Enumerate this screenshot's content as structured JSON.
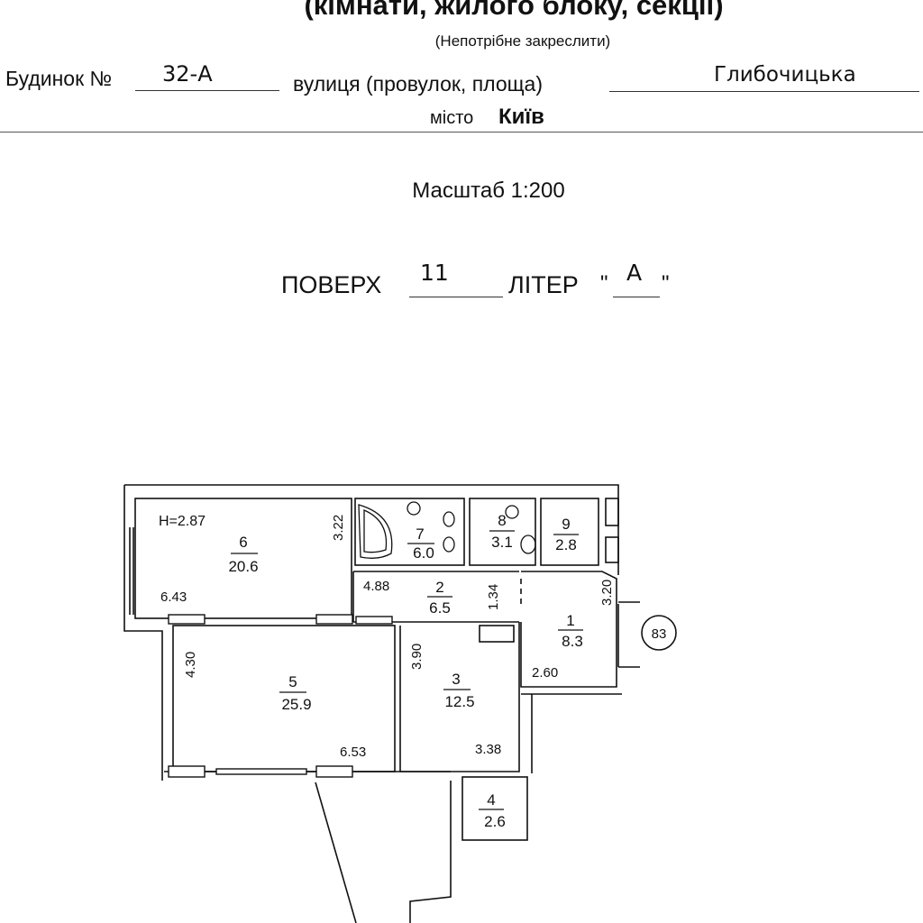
{
  "header": {
    "title": "(кімнати, жилого блоку, секції)",
    "subtitle": "(Непотрібне закреслити)",
    "house_label": "Будинок №",
    "house_value": "32-А",
    "street_label": "вулиця (провулок, площа)",
    "street_value": "Глибочицька",
    "city_label": "місто",
    "city_value": "Київ"
  },
  "scale": "Масштаб 1:200",
  "floor": {
    "floor_label": "ПОВЕРХ",
    "floor_value": "11",
    "liter_label": "ЛІТЕР",
    "liter_quote_open": "\"",
    "liter_value": "А",
    "liter_quote_close": "\""
  },
  "plan": {
    "ceiling_height": "H=2.87",
    "apartment_number": "83",
    "rooms": [
      {
        "number": "1",
        "area": "8.3"
      },
      {
        "number": "2",
        "area": "6.5"
      },
      {
        "number": "3",
        "area": "12.5"
      },
      {
        "number": "4",
        "area": "2.6"
      },
      {
        "number": "5",
        "area": "25.9"
      },
      {
        "number": "6",
        "area": "20.6"
      },
      {
        "number": "7",
        "area": "6.0"
      },
      {
        "number": "8",
        "area": "3.1"
      },
      {
        "number": "9",
        "area": "2.8"
      }
    ],
    "dimensions": {
      "room6_height": "3.22",
      "room6_width": "6.43",
      "room2_width": "4.88",
      "room2_height": "1.34",
      "room1_height": "3.20",
      "room1_width": "2.60",
      "room5_height": "4.30",
      "room5_width": "6.53",
      "room3_height": "3.90",
      "room3_width": "3.38"
    }
  }
}
